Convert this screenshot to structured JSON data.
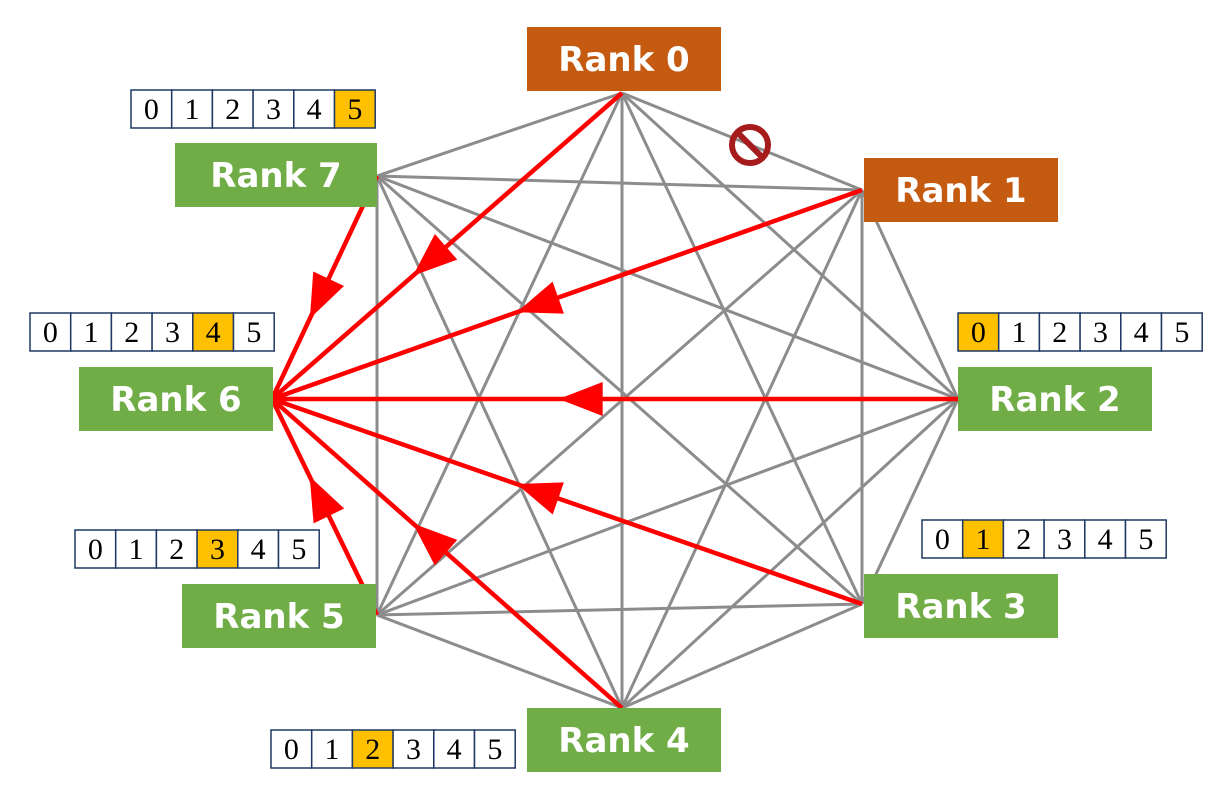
{
  "nodes": [
    {
      "id": 0,
      "label": "Rank 0",
      "fill": "#c55a11"
    },
    {
      "id": 1,
      "label": "Rank 1",
      "fill": "#c55a11"
    },
    {
      "id": 2,
      "label": "Rank 2",
      "fill": "#70ad47"
    },
    {
      "id": 3,
      "label": "Rank 3",
      "fill": "#70ad47"
    },
    {
      "id": 4,
      "label": "Rank 4",
      "fill": "#70ad47"
    },
    {
      "id": 5,
      "label": "Rank 5",
      "fill": "#70ad47"
    },
    {
      "id": 6,
      "label": "Rank 6",
      "fill": "#70ad47"
    },
    {
      "id": 7,
      "label": "Rank 7",
      "fill": "#70ad47"
    }
  ],
  "buffers": [
    {
      "owner": 7,
      "cells": [
        "0",
        "1",
        "2",
        "3",
        "4",
        "5"
      ],
      "highlight": 5
    },
    {
      "owner": 6,
      "cells": [
        "0",
        "1",
        "2",
        "3",
        "4",
        "5"
      ],
      "highlight": 4
    },
    {
      "owner": 2,
      "cells": [
        "0",
        "1",
        "2",
        "3",
        "4",
        "5"
      ],
      "highlight": 0
    },
    {
      "owner": 3,
      "cells": [
        "0",
        "1",
        "2",
        "3",
        "4",
        "5"
      ],
      "highlight": 1
    },
    {
      "owner": 5,
      "cells": [
        "0",
        "1",
        "2",
        "3",
        "4",
        "5"
      ],
      "highlight": 3
    },
    {
      "owner": 4,
      "cells": [
        "0",
        "1",
        "2",
        "3",
        "4",
        "5"
      ],
      "highlight": 2
    }
  ],
  "arrows": [
    {
      "from": 0,
      "to": 6
    },
    {
      "from": 7,
      "to": 6
    },
    {
      "from": 1,
      "to": 6
    },
    {
      "from": 2,
      "to": 6
    },
    {
      "from": 3,
      "to": 6
    },
    {
      "from": 4,
      "to": 6
    },
    {
      "from": 5,
      "to": 6
    }
  ],
  "blocked_link": {
    "from": 0,
    "to": 1,
    "icon": "prohibited-icon"
  },
  "colors": {
    "mesh": "#8c8c8c",
    "arrow": "#ff0000",
    "highlight": "#ffc000",
    "cell_border": "#1f3864",
    "prohibit": "#a61c1c"
  }
}
